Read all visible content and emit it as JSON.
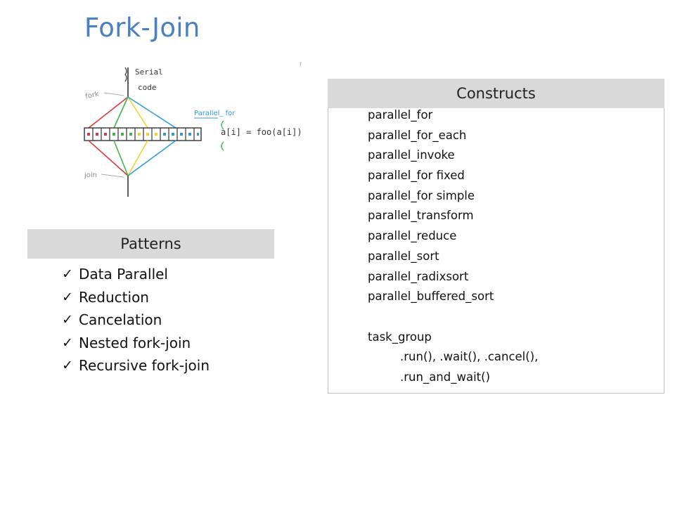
{
  "slide": {
    "title": "Fork-Join"
  },
  "sketch": {
    "serial_label_1": "Serial",
    "serial_label_2": "code",
    "fork_label": "fork",
    "join_label": "join",
    "parallel_for_label": "Parallel_ for",
    "assignment_label": "a[i] = foo(a[i])",
    "colors": {
      "red": "#d93a3a",
      "green": "#3fb74a",
      "yellow": "#f1d22b",
      "blue": "#2e9bdc",
      "ink": "#333333"
    }
  },
  "patterns": {
    "header": "Patterns",
    "items": [
      "Data Parallel",
      "Reduction",
      "Cancelation",
      "Nested fork-join",
      "Recursive fork-join"
    ]
  },
  "constructs": {
    "header": "Constructs",
    "items": [
      "parallel_for",
      "parallel_for_each",
      "parallel_invoke",
      "parallel_for fixed",
      "parallel_for simple",
      "parallel_transform",
      "parallel_reduce",
      "parallel_sort",
      "parallel_radixsort",
      "parallel_buffered_sort"
    ],
    "task_group": "task_group",
    "task_group_methods_1": ".run(), .wait(), .cancel(),",
    "task_group_methods_2": ".run_and_wait()"
  }
}
